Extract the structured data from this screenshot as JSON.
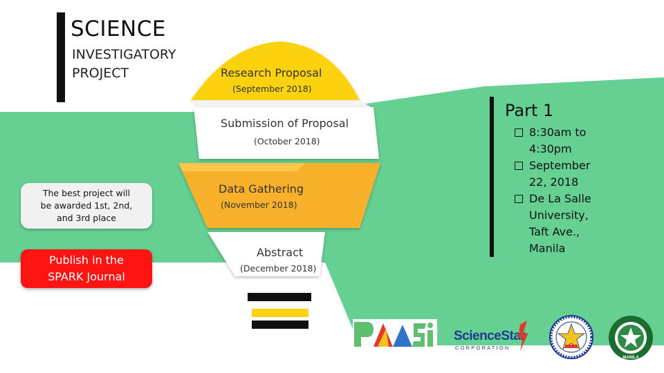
{
  "title": {
    "main": "SCIENCE",
    "line1": "INVESTIGATORY",
    "line2": "PROJECT"
  },
  "stages": [
    {
      "name": "Research Proposal",
      "date": "(September 2018)"
    },
    {
      "name": "Submission of Proposal",
      "date": "(October 2018)"
    },
    {
      "name": "Data Gathering",
      "date": "(November 2018)"
    },
    {
      "name": "Abstract",
      "date": "(December 2018)"
    }
  ],
  "award": {
    "line1": "The best project will",
    "line2": "be awarded 1st, 2nd,",
    "line3": "and 3rd place"
  },
  "publish": {
    "line1": "Publish in the",
    "line2": "SPARK Journal"
  },
  "part": {
    "title": "Part 1",
    "items": [
      {
        "line1": "8:30am to",
        "line2": "4:30pm"
      },
      {
        "line1": "September",
        "line2": "22, 2018"
      },
      {
        "line1": "De La Salle",
        "line2": "University,",
        "line3": "Taft Ave.,",
        "line4": "Manila"
      }
    ]
  },
  "logos": {
    "papsi": {
      "text": "PAPSi"
    },
    "sciencestar": {
      "text": "ScienceStar",
      "sub": "CORPORATION"
    },
    "seal": {
      "name": "circular-seal-logo"
    },
    "dlsu": {
      "text": "MANILA"
    }
  },
  "colors": {
    "green": "#66cf92",
    "yellow": "#fcd10f",
    "orange": "#f7a823",
    "red": "#ff1414",
    "dark": "#111111"
  }
}
